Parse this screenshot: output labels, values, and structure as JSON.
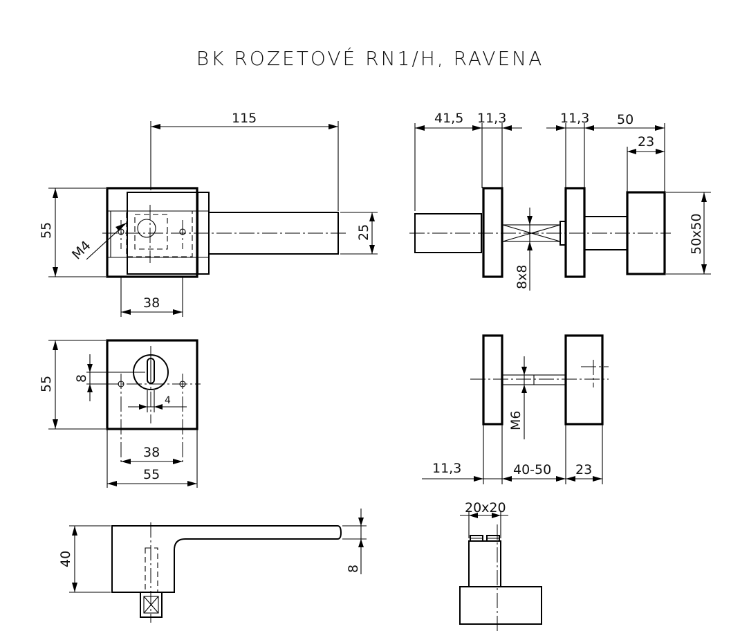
{
  "title": "BK ROZETOVÉ RN1/H, RAVENA",
  "dimensions": {
    "top_view": {
      "width_total": "115",
      "height": "55",
      "spindle": "25",
      "screw_spacing": "38",
      "screw_thread": "M4"
    },
    "side_view_top": {
      "knob_len": "41,5",
      "rose_thk_1": "11,3",
      "rose_thk_2": "11,3",
      "knob_total": "50",
      "knob_depth": "23",
      "spindle_sq": "8x8",
      "knob_size": "50x50"
    },
    "rosette_view": {
      "height": "55",
      "key_slot": "8",
      "small": "4",
      "screw_spacing": "38",
      "width": "55"
    },
    "side_view_mid": {
      "rose_thk": "11,3",
      "door_range": "40-50",
      "depth": "23",
      "thread": "M6"
    },
    "lever_view": {
      "height": "40",
      "thickness": "8"
    },
    "spindle_view": {
      "square": "20x20"
    }
  }
}
